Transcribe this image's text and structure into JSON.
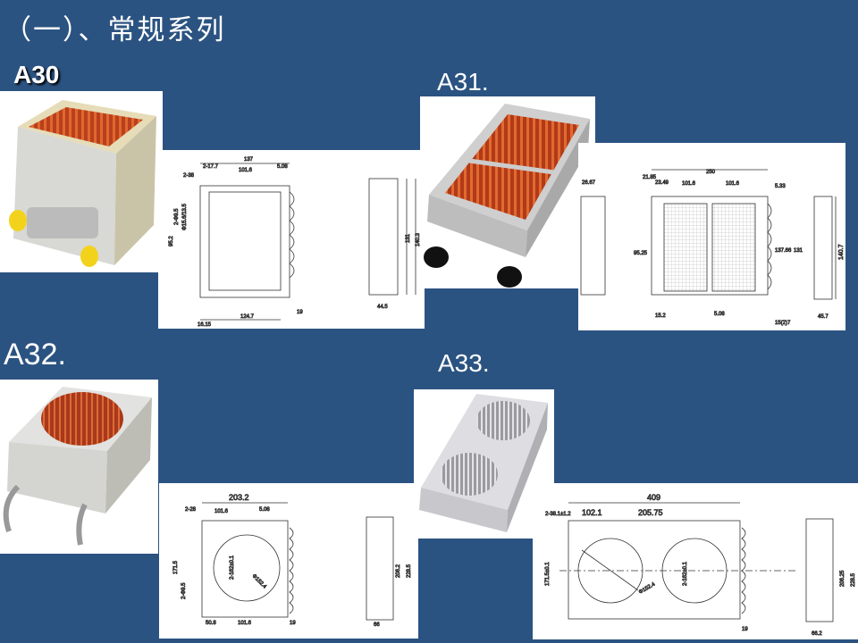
{
  "title": "（一）、常规系列",
  "products": [
    {
      "model": "A30",
      "dims": {
        "overall_w": "137",
        "slot": "2-17.7",
        "pitch": "101.6",
        "edge": "5.08",
        "tube_len": "2-38",
        "height": "95.2",
        "tube_d": "2-Φ9.5",
        "tube_d2": "Φ15.6/13.5",
        "bottom": "124.7",
        "offset": "16.15",
        "bend": "19",
        "side_h": "131",
        "side_h2": "140.3",
        "depth": "44.5"
      }
    },
    {
      "model": "A31.",
      "dims": {
        "overall_w": "250",
        "off1": "21.85",
        "off2": "23.49",
        "pitch1": "101.6",
        "pitch2": "101.6",
        "edge": "5.33",
        "tube": "26.67",
        "height": "95.25",
        "fin_h": "137.66",
        "side_h": "131",
        "side_h2": "140.7",
        "left": "15.2",
        "slot": "5.08",
        "depth": "45.7",
        "bend": "15(2)7"
      }
    },
    {
      "model": "A32.",
      "dims": {
        "overall_w": "203.2",
        "tube_len": "2-28",
        "pitch": "101.6",
        "edge": "5.08",
        "height": "171.5",
        "tube_d": "2-Φ9.5",
        "hole": "2-162±0.1",
        "fan": "Φ152.4",
        "left": "50.8",
        "pitch2": "101.6",
        "bend": "19",
        "side_h": "206.2",
        "side_h2": "228.5",
        "depth": "66"
      }
    },
    {
      "model": "A33.",
      "dims": {
        "overall_w": "409",
        "tube_len": "2-38.1±1.2",
        "pitch": "102.1",
        "pitch2": "205.75",
        "height": "171.5±0.1",
        "hole": "2-162±0.1",
        "fan": "Φ152.4",
        "bend": "19",
        "side_h": "206.25",
        "side_h2": "228.5",
        "depth": "66.2"
      }
    }
  ]
}
